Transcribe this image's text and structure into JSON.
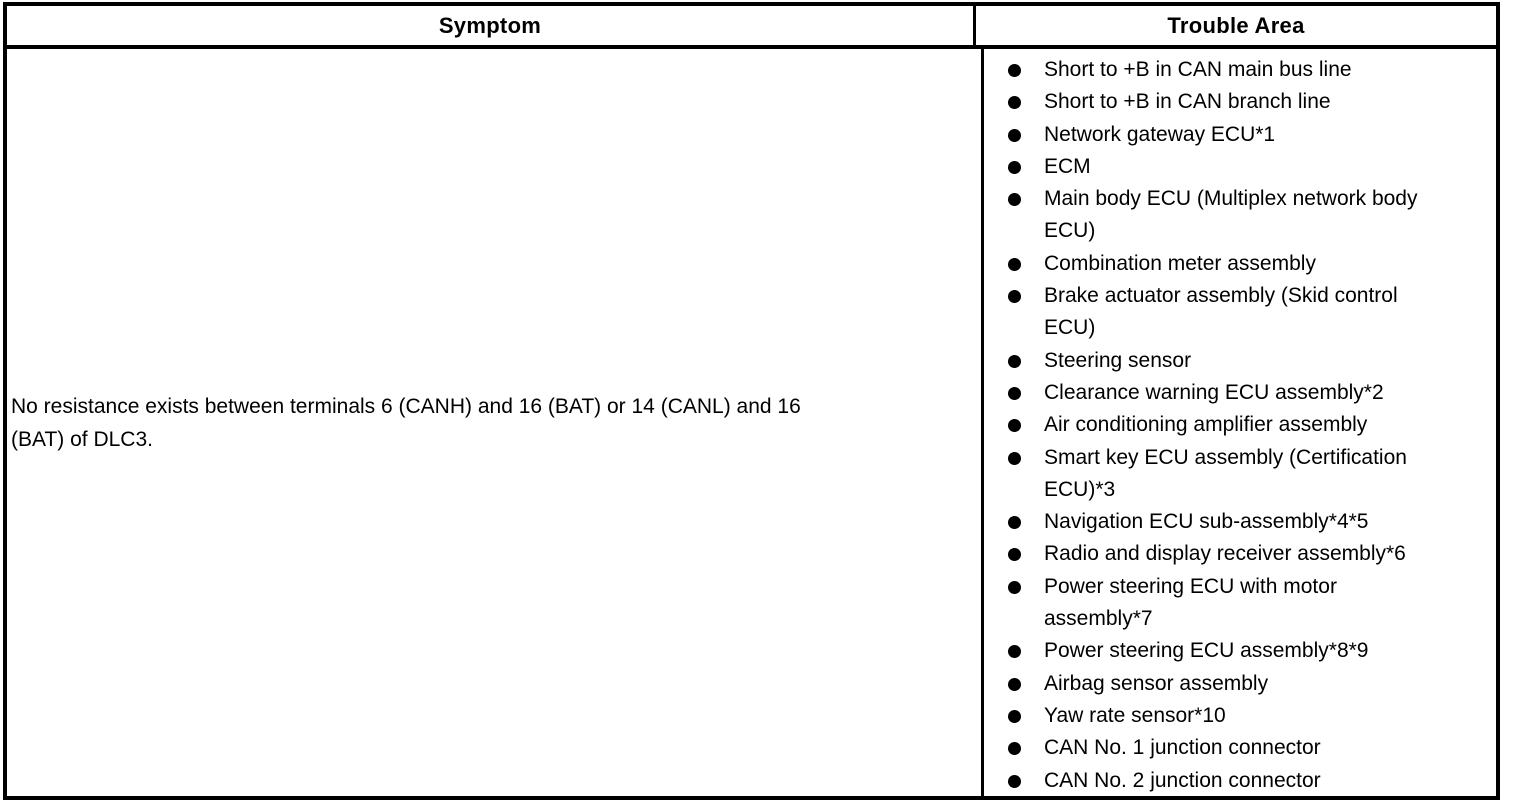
{
  "table": {
    "columns": [
      {
        "label": "Symptom"
      },
      {
        "label": "Trouble Area"
      }
    ],
    "symptom": "No resistance exists between terminals 6 (CANH) and 16 (BAT) or 14 (CANL) and 16\n(BAT) of DLC3.",
    "trouble_area_items": [
      "Short to +B in CAN main bus line",
      "Short to +B in CAN branch line",
      "Network gateway ECU*1",
      "ECM",
      "Main body ECU (Multiplex network body\nECU)",
      "Combination meter assembly",
      "Brake actuator assembly (Skid control\nECU)",
      "Steering sensor",
      "Clearance warning ECU assembly*2",
      "Air conditioning amplifier assembly",
      "Smart key ECU assembly (Certification\nECU)*3",
      "Navigation ECU sub-assembly*4*5",
      "Radio and display receiver assembly*6",
      "Power steering ECU with motor\nassembly*7",
      "Power steering ECU assembly*8*9",
      "Airbag sensor assembly",
      "Yaw rate sensor*10",
      "CAN No. 1 junction connector",
      "CAN No. 2 junction connector"
    ],
    "colors": {
      "border": "#000000",
      "text": "#000000",
      "background": "#ffffff"
    }
  }
}
